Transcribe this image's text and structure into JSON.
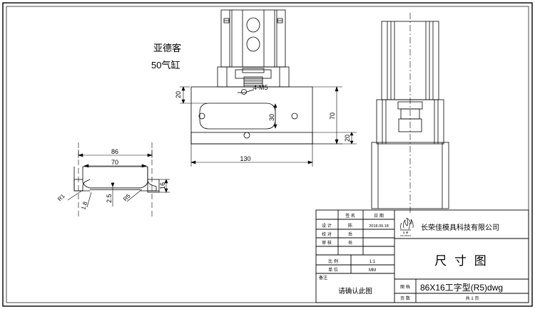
{
  "sheet": {
    "background_color": "#ffffff",
    "line_color": "#000000",
    "border_label": "drawing-sheet-border"
  },
  "annotations": {
    "brand_line1": "亚德客",
    "brand_line2": "50气缸"
  },
  "front_view": {
    "name": "front-view",
    "dimensions": {
      "top_left_vertical": "20",
      "thread_callout": "4-M5",
      "slot_height": "30",
      "right_vertical_total": "70",
      "right_vertical_lower": "20",
      "bottom_width": "130"
    }
  },
  "top_view": {
    "name": "cylinder-top-view"
  },
  "side_view": {
    "name": "cylinder-side-view"
  },
  "section_view": {
    "name": "profile-section-view",
    "dimensions": {
      "overall_width": "86",
      "inner_width": "70",
      "flange_height": "16",
      "web_thickness": "2.5",
      "left_radius": "R1",
      "right_radius": "R5",
      "small_thickness": "1.8"
    }
  },
  "title_block": {
    "columns": {
      "signature": "签 名",
      "date": "日 期"
    },
    "rows": [
      {
        "label": "设 计",
        "signature": "陈",
        "date": "2018.09.18"
      },
      {
        "label": "校 对",
        "signature": "岳",
        "date": ""
      },
      {
        "label": "审 核",
        "signature": "岳",
        "date": ""
      }
    ],
    "scale_label": "比 例",
    "scale_value": "1:1",
    "unit_label": "单 位",
    "unit_value": "MM",
    "remark_label": "备注",
    "remark_value": "请确认此图",
    "company_name": "长荣佳模具科技有限公司",
    "logo_name": "flame-logo-icon",
    "drawing_title": "尺  寸  图",
    "file_label": "图 档",
    "file_value": "86X16工字型(R5)dwg",
    "page_label": "页 数",
    "page_value": "共 1 页"
  }
}
